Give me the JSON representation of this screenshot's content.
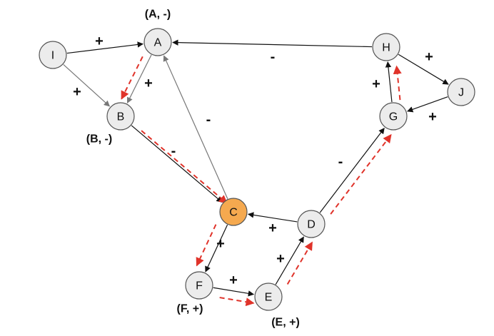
{
  "colors": {
    "node_fill": "#ececec",
    "highlight_fill": "#f5a94f",
    "edge_black": "#111111",
    "edge_gray": "#777777",
    "path_red": "#e0332a"
  },
  "nodes": [
    {
      "id": "I",
      "label": "I"
    },
    {
      "id": "A",
      "label": "A"
    },
    {
      "id": "B",
      "label": "B"
    },
    {
      "id": "C",
      "label": "C",
      "highlight": true
    },
    {
      "id": "D",
      "label": "D"
    },
    {
      "id": "E",
      "label": "E"
    },
    {
      "id": "F",
      "label": "F"
    },
    {
      "id": "G",
      "label": "G"
    },
    {
      "id": "H",
      "label": "H"
    },
    {
      "id": "J",
      "label": "J"
    }
  ],
  "edges": [
    {
      "id": "I-A",
      "from": "I",
      "to": "A",
      "sign": "+",
      "color": "black"
    },
    {
      "id": "I-B",
      "from": "I",
      "to": "B",
      "sign": "+",
      "color": "gray"
    },
    {
      "id": "A-B",
      "from": "A",
      "to": "B",
      "sign": "+",
      "color": "gray"
    },
    {
      "id": "H-A",
      "from": "H",
      "to": "A",
      "sign": "-",
      "color": "black"
    },
    {
      "id": "C-A",
      "from": "C",
      "to": "A",
      "sign": "-",
      "color": "gray"
    },
    {
      "id": "B-C",
      "from": "B",
      "to": "C",
      "sign": "-",
      "color": "black"
    },
    {
      "id": "D-C",
      "from": "D",
      "to": "C",
      "sign": "+",
      "color": "black"
    },
    {
      "id": "C-F",
      "from": "C",
      "to": "F",
      "sign": "+",
      "color": "black"
    },
    {
      "id": "F-E",
      "from": "F",
      "to": "E",
      "sign": "+",
      "color": "black"
    },
    {
      "id": "E-D",
      "from": "E",
      "to": "D",
      "sign": "+",
      "color": "black"
    },
    {
      "id": "D-G",
      "from": "D",
      "to": "G",
      "sign": "-",
      "color": "black"
    },
    {
      "id": "G-H",
      "from": "G",
      "to": "H",
      "sign": "+",
      "color": "black"
    },
    {
      "id": "H-J",
      "from": "H",
      "to": "J",
      "sign": "+",
      "color": "black"
    },
    {
      "id": "J-G",
      "from": "J",
      "to": "G",
      "sign": "+",
      "color": "black"
    }
  ],
  "highlighted_path": [
    {
      "from": "A",
      "to": "B"
    },
    {
      "from": "B",
      "to": "C"
    },
    {
      "from": "C",
      "to": "F"
    },
    {
      "from": "F",
      "to": "E"
    },
    {
      "from": "E",
      "to": "D"
    },
    {
      "from": "D",
      "to": "G"
    },
    {
      "from": "G",
      "to": "H"
    }
  ],
  "annotations": [
    {
      "id": "A",
      "text": "(A, -)"
    },
    {
      "id": "B",
      "text": "(B, -)"
    },
    {
      "id": "F",
      "text": "(F, +)"
    },
    {
      "id": "E",
      "text": "(E, +)"
    }
  ]
}
